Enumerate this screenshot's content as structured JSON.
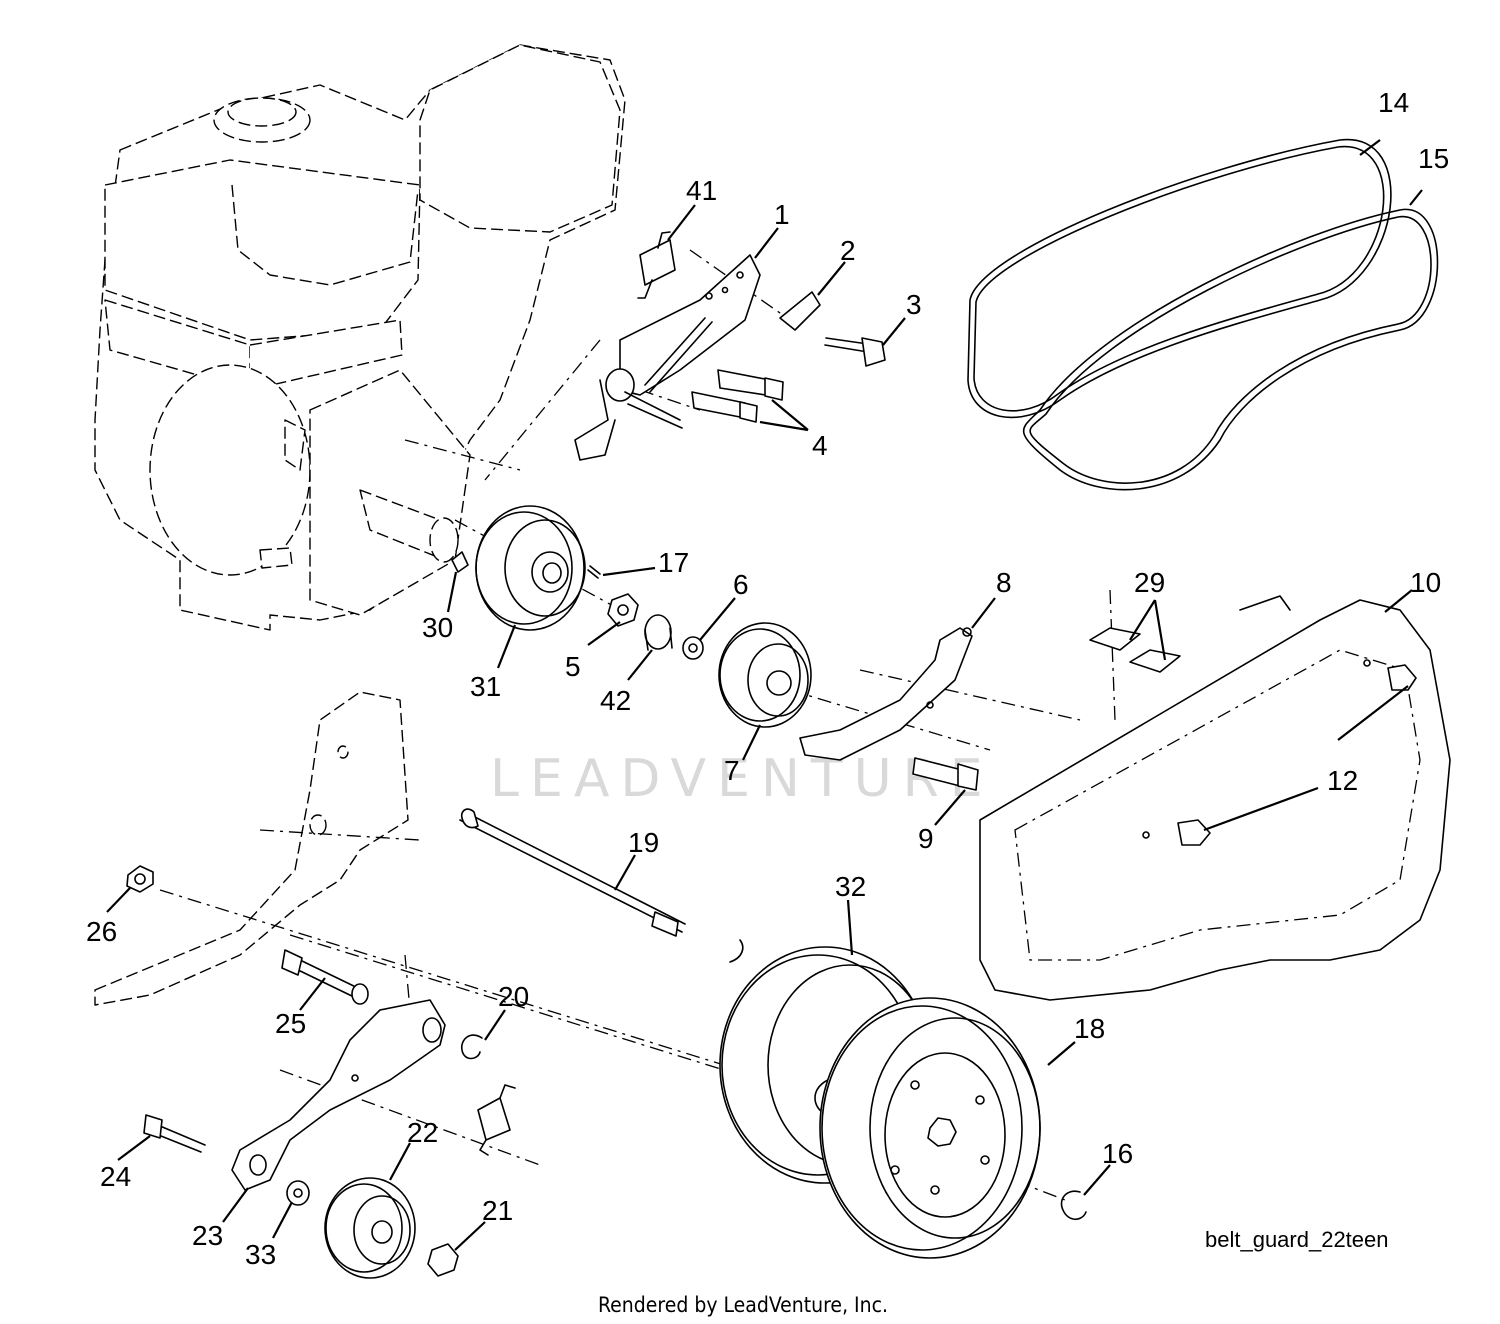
{
  "diagram": {
    "reference_code": "belt_guard_22teen",
    "credit": "Rendered by LeadVenture, Inc.",
    "watermark": "LEADVENTURE",
    "callouts": [
      {
        "id": "c1",
        "label": "1"
      },
      {
        "id": "c2",
        "label": "2"
      },
      {
        "id": "c3",
        "label": "3"
      },
      {
        "id": "c4",
        "label": "4"
      },
      {
        "id": "c5",
        "label": "5"
      },
      {
        "id": "c6",
        "label": "6"
      },
      {
        "id": "c7",
        "label": "7"
      },
      {
        "id": "c8",
        "label": "8"
      },
      {
        "id": "c9",
        "label": "9"
      },
      {
        "id": "c10",
        "label": "10"
      },
      {
        "id": "c12",
        "label": "12"
      },
      {
        "id": "c14",
        "label": "14"
      },
      {
        "id": "c15",
        "label": "15"
      },
      {
        "id": "c16",
        "label": "16"
      },
      {
        "id": "c17",
        "label": "17"
      },
      {
        "id": "c18",
        "label": "18"
      },
      {
        "id": "c19",
        "label": "19"
      },
      {
        "id": "c20",
        "label": "20"
      },
      {
        "id": "c21",
        "label": "21"
      },
      {
        "id": "c22",
        "label": "22"
      },
      {
        "id": "c23",
        "label": "23"
      },
      {
        "id": "c24",
        "label": "24"
      },
      {
        "id": "c25",
        "label": "25"
      },
      {
        "id": "c26",
        "label": "26"
      },
      {
        "id": "c29",
        "label": "29"
      },
      {
        "id": "c30",
        "label": "30"
      },
      {
        "id": "c31",
        "label": "31"
      },
      {
        "id": "c32",
        "label": "32"
      },
      {
        "id": "c33",
        "label": "33"
      },
      {
        "id": "c41",
        "label": "41"
      },
      {
        "id": "c42",
        "label": "42"
      }
    ]
  }
}
